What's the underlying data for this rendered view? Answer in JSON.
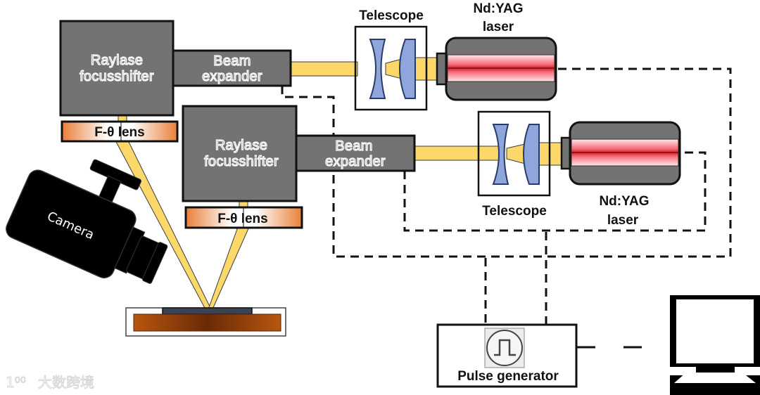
{
  "diagram": {
    "top_system": {
      "focusshifter": {
        "line1": "Raylase",
        "line2": "focusshifter"
      },
      "beam_expander": {
        "line1": "Beam",
        "line2": "expander"
      },
      "f_theta_lens": "F-θ lens",
      "telescope": "Telescope",
      "laser": {
        "line1": "Nd:YAG",
        "line2": "laser"
      }
    },
    "bottom_system": {
      "focusshifter": {
        "line1": "Raylase",
        "line2": "focusshifter"
      },
      "beam_expander": {
        "line1": "Beam",
        "line2": "expander"
      },
      "f_theta_lens": "F-θ lens",
      "telescope": "Telescope",
      "laser": {
        "line1": "Nd:YAG",
        "line2": "laser"
      }
    },
    "camera": {
      "label": "Camera",
      "icon": "video-camera-icon"
    },
    "sample": {
      "icon": "sample-substrate-icon"
    },
    "pulse_generator": {
      "label": "Pulse generator",
      "icon": "square-pulse-icon"
    },
    "computer": {
      "icon": "monitor-icon"
    },
    "watermark": {
      "logo": "1⁰⁰",
      "text": "大数跨境"
    },
    "colors": {
      "beam": "#fcd86a",
      "housing": "#737373",
      "lens_glass": "#8ea6dc",
      "laser_core": "#e8303a",
      "f_theta_orange": "#e8803a",
      "substrate": "#8a3a0c"
    }
  }
}
